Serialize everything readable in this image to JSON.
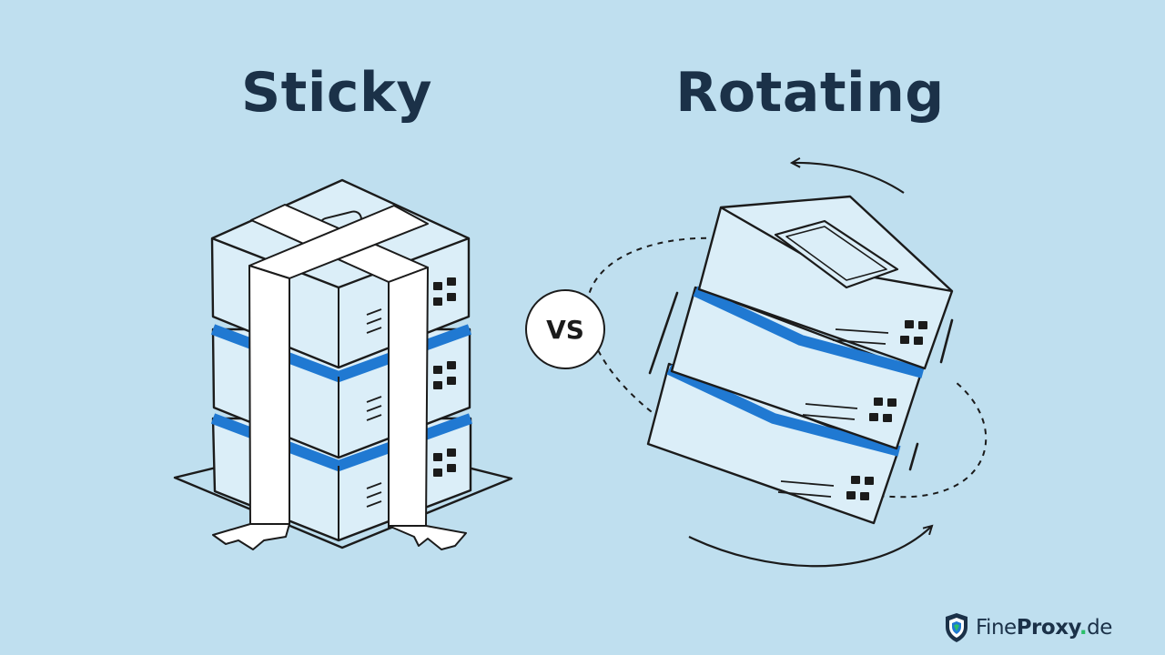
{
  "titles": {
    "left": "Sticky",
    "right": "Rotating"
  },
  "badge": {
    "label": "VS"
  },
  "brand": {
    "name_part1": "Fine",
    "name_part2": "Proxy",
    "dot": ".",
    "tld": "de"
  },
  "icons": {
    "sticky_illustration": "taped-server-stack-icon",
    "rotating_illustration": "rotating-server-stack-icon",
    "logo_mark": "shield-logo-icon"
  },
  "colors": {
    "background": "#bfdfef",
    "title_text": "#1b3148",
    "server_accent_blue": "#2079d2",
    "server_fill": "#dbeef8",
    "line": "#1b1b1b",
    "brand_dot": "#2bbf6a"
  }
}
